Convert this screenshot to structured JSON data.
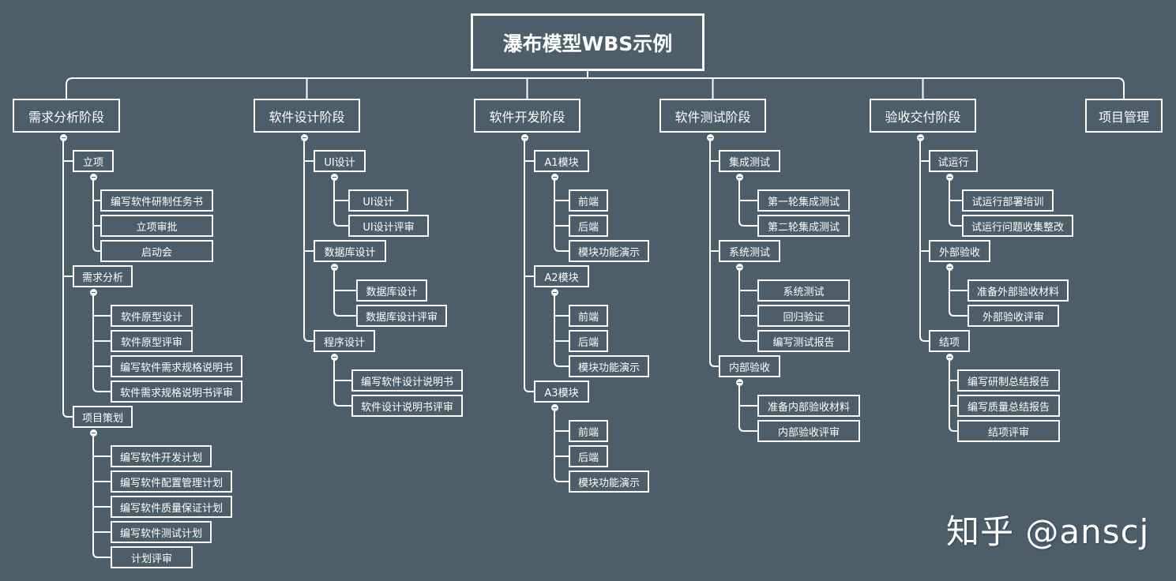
{
  "title": "瀑布模型WBS示例",
  "phases": [
    {
      "label": "需求分析阶段",
      "groups": [
        {
          "label": "立项",
          "items": [
            "编写软件研制任务书",
            "立项审批",
            "启动会"
          ]
        },
        {
          "label": "需求分析",
          "items": [
            "软件原型设计",
            "软件原型评审",
            "编写软件需求规格说明书",
            "软件需求规格说明书评审"
          ]
        },
        {
          "label": "项目策划",
          "items": [
            "编写软件开发计划",
            "编写软件配置管理计划",
            "编写软件质量保证计划",
            "编写软件测试计划",
            "计划评审"
          ]
        }
      ]
    },
    {
      "label": "软件设计阶段",
      "groups": [
        {
          "label": "UI设计",
          "items": [
            "UI设计",
            "UI设计评审"
          ]
        },
        {
          "label": "数据库设计",
          "items": [
            "数据库设计",
            "数据库设计评审"
          ]
        },
        {
          "label": "程序设计",
          "items": [
            "编写软件设计说明书",
            "软件设计说明书评审"
          ]
        }
      ]
    },
    {
      "label": "软件开发阶段",
      "groups": [
        {
          "label": "A1模块",
          "items": [
            "前端",
            "后端",
            "模块功能演示"
          ]
        },
        {
          "label": "A2模块",
          "items": [
            "前端",
            "后端",
            "模块功能演示"
          ]
        },
        {
          "label": "A3模块",
          "items": [
            "前端",
            "后端",
            "模块功能演示"
          ]
        }
      ]
    },
    {
      "label": "软件测试阶段",
      "groups": [
        {
          "label": "集成测试",
          "items": [
            "第一轮集成测试",
            "第二轮集成测试"
          ]
        },
        {
          "label": "系统测试",
          "items": [
            "系统测试",
            "回归验证",
            "编写测试报告"
          ]
        },
        {
          "label": "内部验收",
          "items": [
            "准备内部验收材料",
            "内部验收评审"
          ]
        }
      ]
    },
    {
      "label": "验收交付阶段",
      "groups": [
        {
          "label": "试运行",
          "items": [
            "试运行部署培训",
            "试运行问题收集整改"
          ]
        },
        {
          "label": "外部验收",
          "items": [
            "准备外部验收材料",
            "外部验收评审"
          ]
        },
        {
          "label": "结项",
          "items": [
            "编写研制总结报告",
            "编写质量总结报告",
            "结项评审"
          ]
        }
      ]
    },
    {
      "label": "项目管理",
      "groups": []
    }
  ],
  "watermark": "知乎 @anscj"
}
